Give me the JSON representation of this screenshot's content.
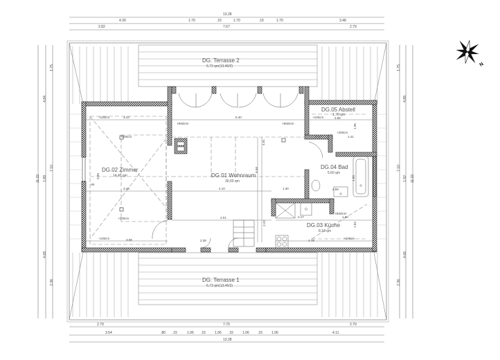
{
  "drawing": {
    "type": "floor plan",
    "level": "DG"
  },
  "rooms": [
    {
      "id": "DG.01",
      "name": "DG.01 Wohnraum",
      "area": "30,60 qm"
    },
    {
      "id": "DG.02",
      "name": "DG.02 Zimmer",
      "area": "14,45 qm"
    },
    {
      "id": "DG.03",
      "name": "DG.03 Küche",
      "area": "8,10 qm"
    },
    {
      "id": "DG.04",
      "name": "DG.04 Bad",
      "area": "5,60 qm"
    },
    {
      "id": "DG.05",
      "name": "DG.05 Abstell",
      "area": "1,70 qm"
    }
  ],
  "terraces": [
    {
      "name": "DG. Terrasse 2",
      "area": "6,73 qm(13,46/2)"
    },
    {
      "name": "DG. Terrasse 1",
      "area": "6,73 qm(13,46/2)"
    }
  ],
  "dimensions": {
    "top": {
      "overall": "13.28",
      "row2": [
        "4.39",
        "1.70",
        ".15",
        "1.70",
        ".15",
        "1.70",
        "3.48"
      ],
      "row3": [
        "2.82",
        "7.67",
        "2.79"
      ]
    },
    "bottom": {
      "row1": [
        "2.79",
        "7.70",
        "2.79"
      ],
      "row2": [
        "3.54",
        ".80",
        ".15",
        "1.06",
        ".15",
        "1.06",
        ".15",
        "1.06",
        ".15",
        "1.06",
        "4.11"
      ],
      "overall": "13.28"
    },
    "left": {
      "overall": "11.22",
      "row2": [
        "4.84",
        "1.89",
        "4.68"
      ],
      "row3": [
        "1.75",
        "7.10",
        "2.36"
      ]
    },
    "right": {
      "overall": "11.22",
      "row2": [
        "4.88",
        "1.92",
        "4.66"
      ],
      "row3": [
        "1.75",
        "7.10",
        "2.36"
      ]
    },
    "interior": {
      "zimmer_top": "3.43",
      "zimmer_mid": "3.43",
      "zimmer_bottom": "3.58",
      "zimmer_height": "5.90",
      "wohn_top": "5.40",
      "wohn_mid": "4.10",
      "wohn_right": "1.30",
      "wohn_bottom": "4.01",
      "wohn_v1": "4.61",
      "wohn_v2": "6.58",
      "abstell_width": "2.89",
      "abstell_h": "1.96",
      "bad_w1": "1.10",
      "bad_w2": "1.41",
      "kueche_w": "2.17",
      "kueche_w2": "1.50",
      "kueche_h": "1.84",
      "kueche_bottom": "4.78",
      "door_small": "2.22",
      "stair": "2.38",
      "bath_w": "2.59",
      "bath_h": "1.80"
    }
  },
  "annotations": {
    "height_100": "+100cm",
    "height_200": "+200cm",
    "hk60": "Hk60cm",
    "hk50": "Hk50cm",
    "hk": "Hk",
    "north": "N"
  },
  "compass": {
    "label": "N",
    "icon": "compass-rose-icon"
  }
}
